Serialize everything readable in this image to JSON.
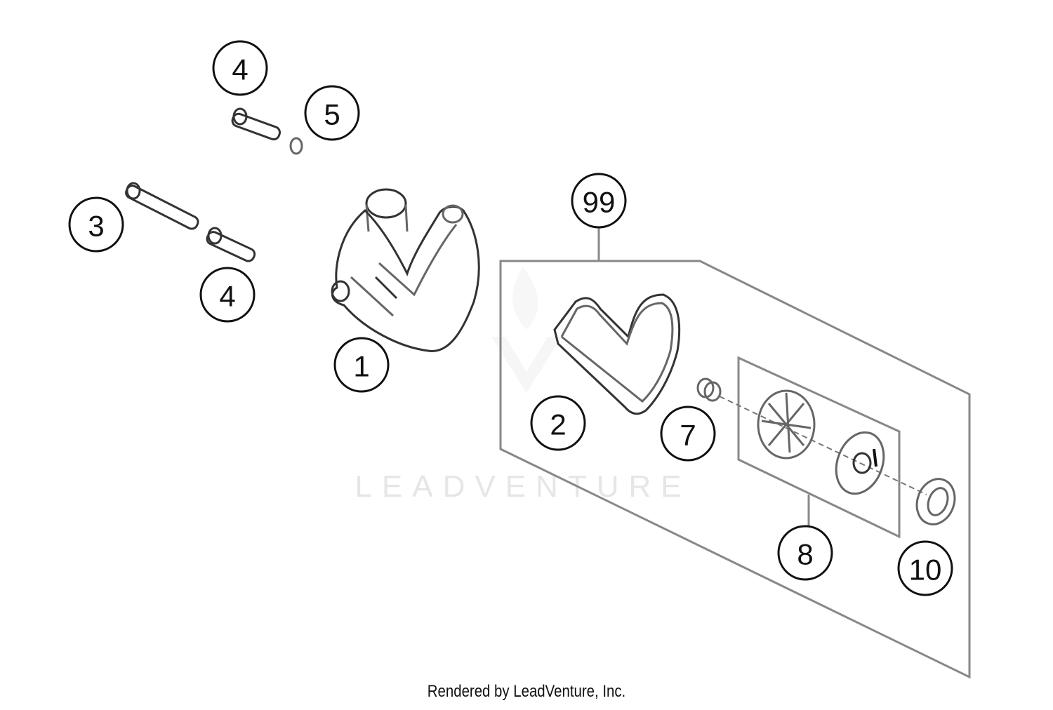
{
  "diagram": {
    "callouts": [
      {
        "label": "4",
        "part": "bolt"
      },
      {
        "label": "5",
        "part": "washer"
      },
      {
        "label": "3",
        "part": "bolt-long"
      },
      {
        "label": "4",
        "part": "bolt"
      },
      {
        "label": "1",
        "part": "water-pump-cover"
      },
      {
        "label": "99",
        "part": "repair-kit"
      },
      {
        "label": "2",
        "part": "gasket"
      },
      {
        "label": "7",
        "part": "bushing"
      },
      {
        "label": "8",
        "part": "impeller-assembly"
      },
      {
        "label": "10",
        "part": "shaft-seal"
      }
    ],
    "watermark": "LEADVENTURE"
  },
  "footer": {
    "text": "Rendered by LeadVenture, Inc."
  }
}
